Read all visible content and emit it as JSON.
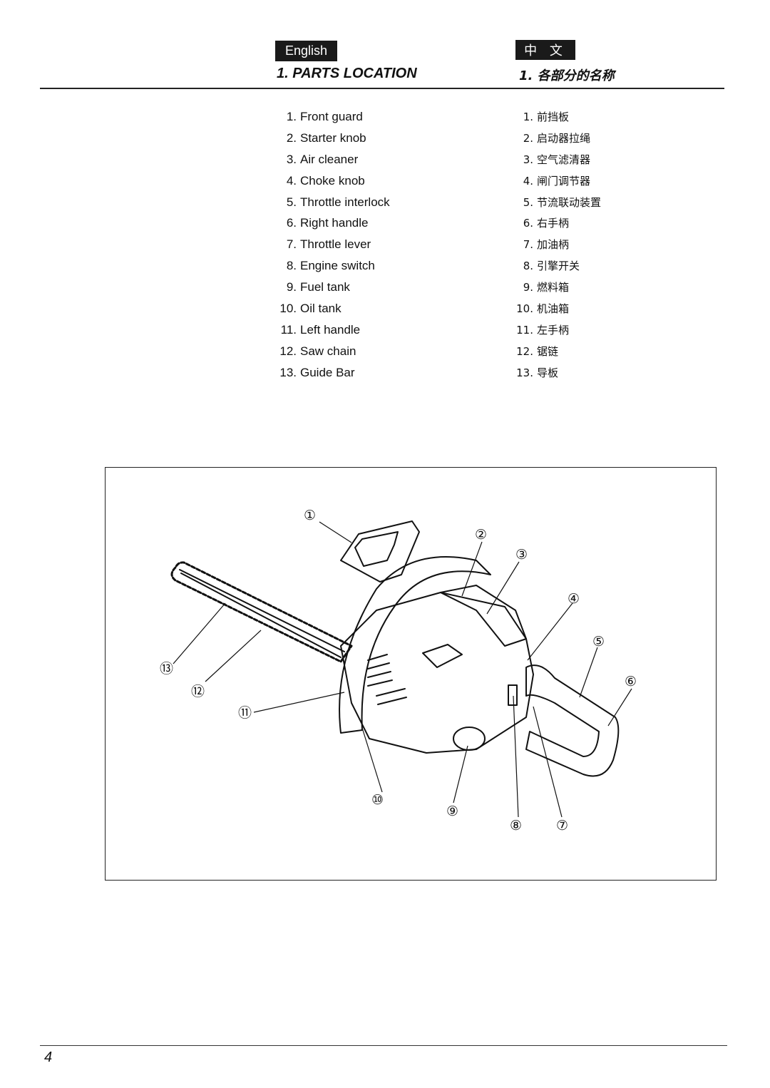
{
  "header": {
    "english_badge": "English",
    "chinese_badge": "中 文",
    "title_en": "1. PARTS LOCATION",
    "title_zh": "1. 各部分的名称"
  },
  "parts_en": [
    {
      "num": "1.",
      "label": "Front guard"
    },
    {
      "num": "2.",
      "label": "Starter knob"
    },
    {
      "num": "3.",
      "label": "Air cleaner"
    },
    {
      "num": "4.",
      "label": "Choke knob"
    },
    {
      "num": "5.",
      "label": "Throttle interlock"
    },
    {
      "num": "6.",
      "label": "Right handle"
    },
    {
      "num": "7.",
      "label": "Throttle lever"
    },
    {
      "num": "8.",
      "label": "Engine switch"
    },
    {
      "num": "9.",
      "label": "Fuel tank"
    },
    {
      "num": "10.",
      "label": "Oil tank"
    },
    {
      "num": "11.",
      "label": "Left handle"
    },
    {
      "num": "12.",
      "label": "Saw chain"
    },
    {
      "num": "13.",
      "label": "Guide Bar"
    }
  ],
  "parts_zh": [
    {
      "num": "1.",
      "label": "前挡板"
    },
    {
      "num": "2.",
      "label": "启动器拉绳"
    },
    {
      "num": "3.",
      "label": "空气滤清器"
    },
    {
      "num": "4.",
      "label": "闸门调节器"
    },
    {
      "num": "5.",
      "label": "节流联动装置"
    },
    {
      "num": "6.",
      "label": "右手柄"
    },
    {
      "num": "7.",
      "label": "加油柄"
    },
    {
      "num": "8.",
      "label": "引擎开关"
    },
    {
      "num": "9.",
      "label": "燃料箱"
    },
    {
      "num": "10.",
      "label": "机油箱"
    },
    {
      "num": "11.",
      "label": "左手柄"
    },
    {
      "num": "12.",
      "label": "锯链"
    },
    {
      "num": "13.",
      "label": "导板"
    }
  ],
  "diagram": {
    "callouts": [
      "①",
      "②",
      "③",
      "④",
      "⑤",
      "⑥",
      "⑦",
      "⑧",
      "⑨",
      "⑩",
      "⑪",
      "⑫",
      "⑬"
    ]
  },
  "footer": {
    "page_number": "4"
  }
}
